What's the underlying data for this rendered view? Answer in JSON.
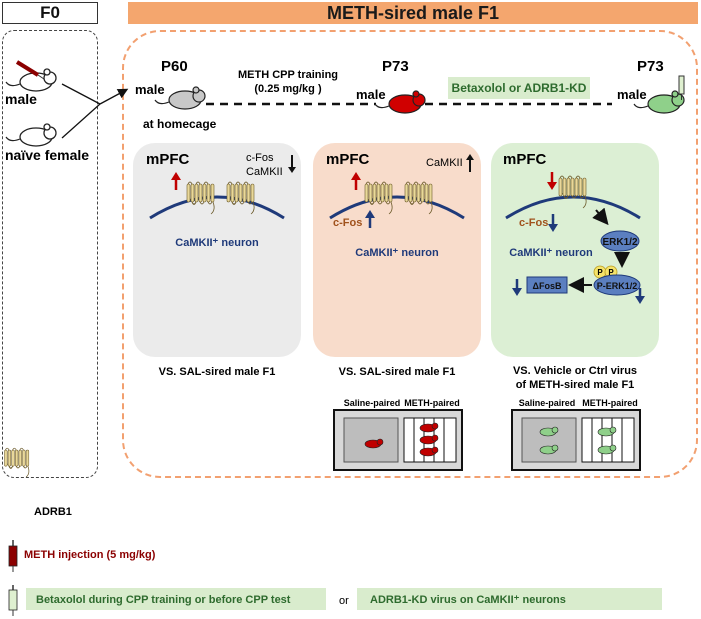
{
  "f0": {
    "label": "F0",
    "male": "male",
    "female": "naïve female"
  },
  "f1": {
    "title": "METH-sired male F1"
  },
  "timeline": {
    "p60": "P60",
    "p73a": "P73",
    "p73b": "P73",
    "training_line1": "METH CPP training",
    "training_line2": "(0.25 mg/kg )",
    "homecage": "at homecage",
    "male1": "male",
    "male2": "male",
    "male3": "male",
    "treatment": "Betaxolol or ADRB1-KD"
  },
  "panels": [
    {
      "title": "mPFC",
      "marker1": "c-Fos",
      "marker2": "CaMKII",
      "neuron": "CaMKII⁺ neuron",
      "caption": "VS. SAL-sired male F1"
    },
    {
      "title": "mPFC",
      "marker1": "CaMKII",
      "marker2": "c-Fos",
      "neuron": "CaMKII⁺ neuron",
      "caption": "VS. SAL-sired male F1"
    },
    {
      "title": "mPFC",
      "marker1": "c-Fos",
      "neuron": "CaMKII⁺ neuron",
      "erk": "ERK1/2",
      "perk": "P-ERK1/2",
      "p": "P",
      "fosb": "ΔFosB",
      "caption1": "VS. Vehicle or Ctrl virus",
      "caption2": "of METH-sired male F1"
    }
  ],
  "cpp": [
    {
      "left": "Saline-paired",
      "right": "METH-paired"
    },
    {
      "left": "Saline-paired",
      "right": "METH-paired"
    }
  ],
  "legend": {
    "adrb1": "ADRB1",
    "meth": "METH injection (5 mg/kg)",
    "betaxolol": "Betaxolol during CPP training or before CPP test",
    "or": "or",
    "knockdown": "ADRB1-KD virus on CaMKII⁺ neurons"
  },
  "colors": {
    "gray_panel": "#ebebeb",
    "pink_panel": "#f8dccb",
    "green_panel": "#dcefd4",
    "neuron_blue": "#1f3a7a",
    "up_red": "#c00000",
    "receptor": "#e9d89a",
    "treatment_bg": "#d9eccd",
    "treatment_text": "#2e6b2e",
    "header_orange": "#f4a66e",
    "meth_red": "#8b0000"
  }
}
